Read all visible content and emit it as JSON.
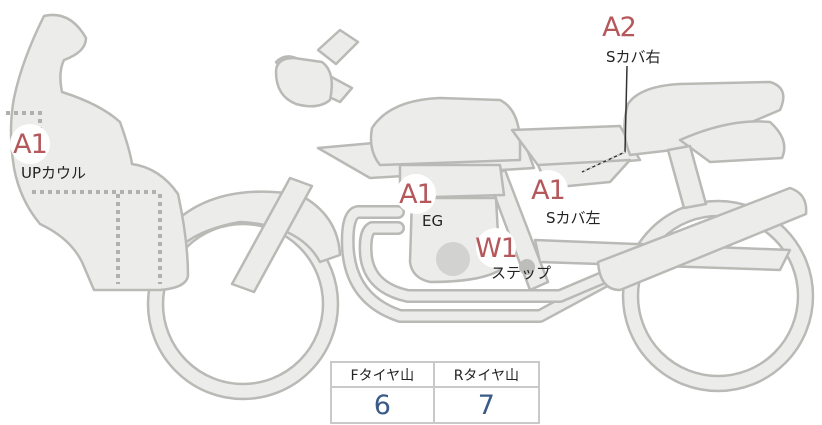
{
  "colors": {
    "badge_text": "#b5585c",
    "value_text": "#3a5a88",
    "bike_fill": "#ececea",
    "bike_outline": "#b9b9b6"
  },
  "markers": [
    {
      "code": "A1",
      "label": "UPカウル"
    },
    {
      "code": "A1",
      "label": "EG"
    },
    {
      "code": "W1",
      "label": "ステップ"
    },
    {
      "code": "A1",
      "label": "Sカバ左"
    },
    {
      "code": "A2",
      "label": "Sカバ右"
    }
  ],
  "tire_table": {
    "headers": [
      "Fタイヤ山",
      "Rタイヤ山"
    ],
    "values": [
      "6",
      "7"
    ]
  }
}
